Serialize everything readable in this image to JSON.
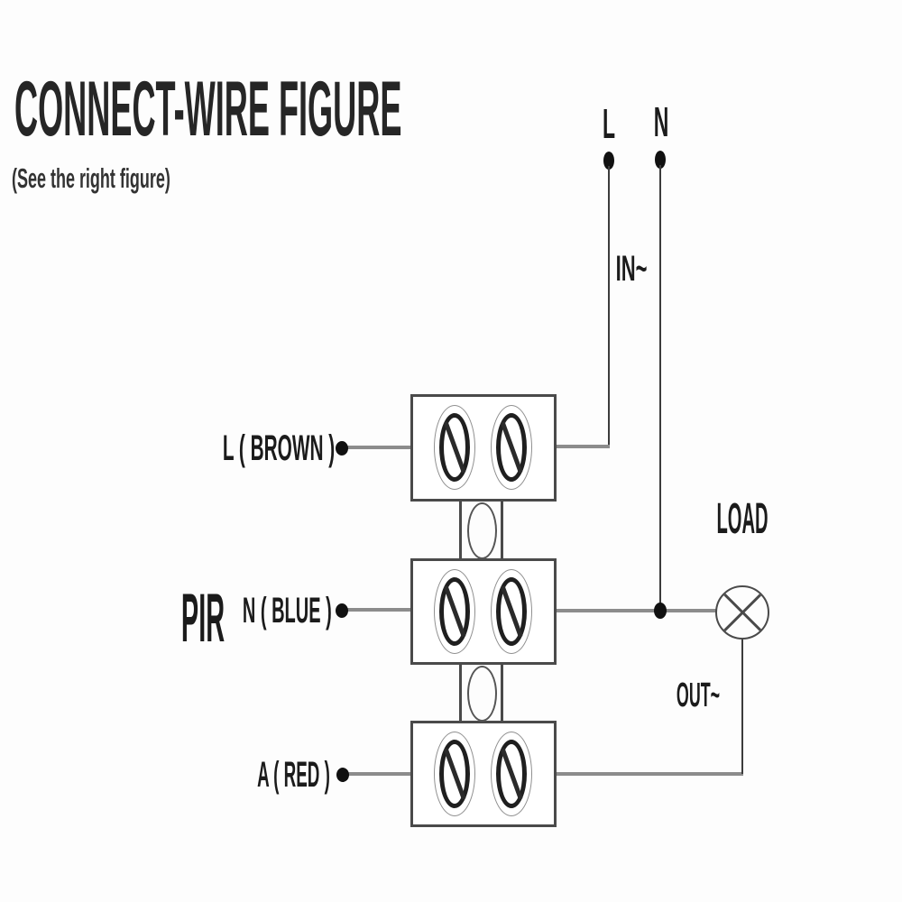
{
  "header": {
    "title": "CONNECT-WIRE FIGURE",
    "subtitle": "(See the right figure)"
  },
  "supply": {
    "live": "L",
    "neutral": "N",
    "input": "IN~"
  },
  "device": {
    "name": "PIR"
  },
  "terminals": {
    "brown": "L ( BROWN )",
    "blue": "N ( BLUE )",
    "red": "A ( RED )"
  },
  "load": {
    "label": "LOAD",
    "output": "OUT~"
  },
  "colors": {
    "background": "#fdfdfd",
    "wire": "#8c8c8c",
    "outline": "#4a4a4a",
    "text": "#1b1b1b"
  }
}
